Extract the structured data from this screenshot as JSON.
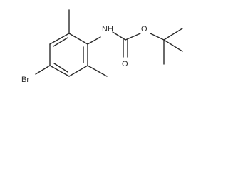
{
  "molecule": {
    "atoms": {
      "bromine": "Br",
      "amine_nh": "NH",
      "ester_oxygen": "O",
      "carbonyl_oxygen": "O"
    }
  },
  "colors": {
    "bond": "#2b2b2b",
    "label": "#2b2b2b",
    "background": "#ffffff"
  }
}
